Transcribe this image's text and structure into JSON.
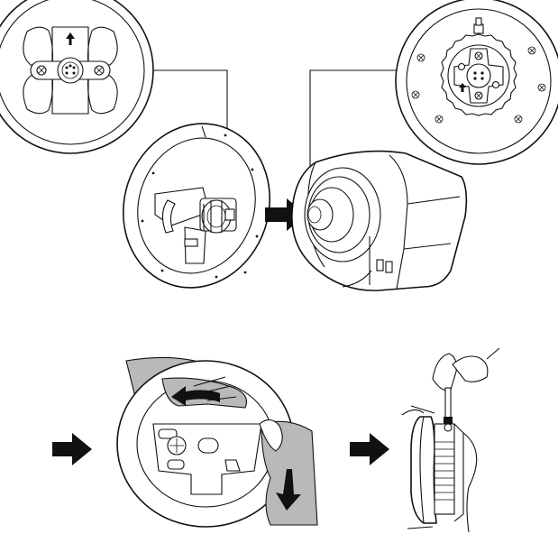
{
  "diagram": {
    "panels": [
      {
        "id": "wheel-hub-closeup",
        "icon": "wheel-back-plate"
      },
      {
        "id": "base-hub-closeup",
        "icon": "base-quick-release"
      },
      {
        "id": "wheel-rim",
        "icon": "racing-wheel"
      },
      {
        "id": "wheel-base",
        "icon": "force-feedback-base"
      },
      {
        "id": "attach-rotate",
        "icon": "hands-rotating-wheel"
      },
      {
        "id": "tighten-screw",
        "icon": "screwdriver-lock"
      }
    ],
    "arrows": [
      "right-arrow",
      "right-arrow",
      "right-arrow"
    ],
    "colors": {
      "line": "#111111",
      "hand_fill": "#b9b9b9",
      "background": "#ffffff"
    }
  }
}
